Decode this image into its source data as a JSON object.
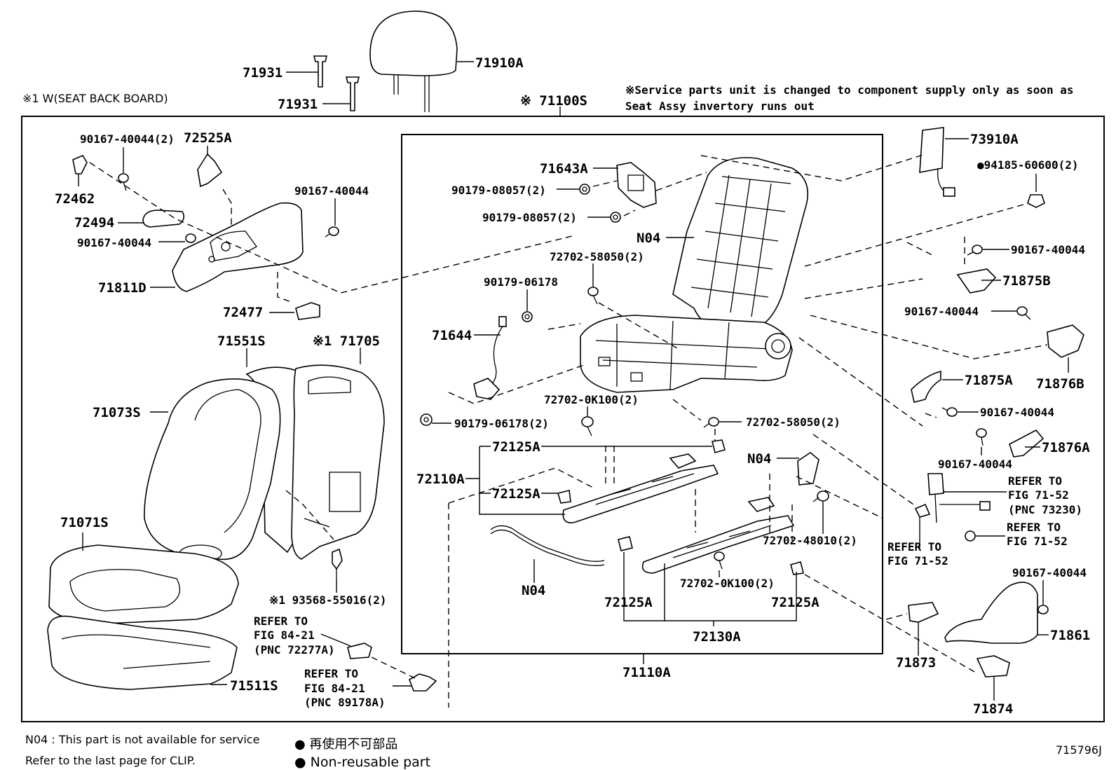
{
  "labels": {
    "p71931_top": "71931",
    "p71931_bot": "71931",
    "p71910A": "71910A",
    "p71100S": "※ 71100S",
    "seat_back_board": "※1  W(SEAT BACK BOARD)",
    "notice_line1": "※Service parts unit is changed to component supply only as soon as",
    "notice_line2": "Seat Assy invertory runs out",
    "p90167_40044_2": "90167-40044(2)",
    "p72525A": "72525A",
    "p72462": "72462",
    "p90167_40044_a": "90167-40044",
    "p72494": "72494",
    "p90167_40044_b": "90167-40044",
    "p71811D": "71811D",
    "p72477": "72477",
    "p71551S": "71551S",
    "p71705": "※1 71705",
    "p71073S": "71073S",
    "p71071S": "71071S",
    "p93568": "※1 93568-55016(2)",
    "ref_84_21_a1": "REFER TO",
    "ref_84_21_a2": "FIG 84-21",
    "ref_84_21_a3": "(PNC 72277A)",
    "ref_84_21_b1": "REFER TO",
    "ref_84_21_b2": "FIG 84-21",
    "ref_84_21_b3": "(PNC 89178A)",
    "p71511S": "71511S",
    "p71643A": "71643A",
    "p90179_08057_a": "90179-08057(2)",
    "p90179_08057_b": "90179-08057(2)",
    "pN04_frame": "N04",
    "p72702_58050_top": "72702-58050(2)",
    "p90179_06178": "90179-06178",
    "p71644": "71644",
    "p72702_0K100_top": "72702-0K100(2)",
    "p90179_06178_2": "90179-06178(2)",
    "p72702_58050_bot": "72702-58050(2)",
    "p72125A_1": "72125A",
    "p72110A": "72110A",
    "p72125A_2": "72125A",
    "pN04_bracket": "N04",
    "p72702_48010": "72702-48010(2)",
    "pN04_wire": "N04",
    "p72702_0K100_bot": "72702-0K100(2)",
    "p72125A_3": "72125A",
    "p72125A_4": "72125A",
    "p72130A": "72130A",
    "p71110A": "71110A",
    "p73910A": "73910A",
    "p94185": "●94185-60600(2)",
    "p90167_40044_c": "90167-40044",
    "p71875B": "71875B",
    "p90167_40044_d": "90167-40044",
    "p71876B": "71876B",
    "p71875A": "71875A",
    "p90167_40044_e": "90167-40044",
    "p71876A": "71876A",
    "p90167_40044_f": "90167-40044",
    "ref_71_52_a1": "REFER TO",
    "ref_71_52_a2": "FIG 71-52",
    "ref_71_52_a3": "(PNC 73230)",
    "ref_71_52_b1": "REFER TO",
    "ref_71_52_b2": "FIG 71-52",
    "ref_71_52_c1": "REFER TO",
    "ref_71_52_c2": "FIG 71-52",
    "p90167_40044_g": "90167-40044",
    "p71861": "71861",
    "p71873": "71873",
    "p71874": "71874"
  },
  "footer": {
    "n04_note": "N04 : This part is not available for service",
    "clip_note": "Refer to the last page for CLIP.",
    "legend_jp": "● 再使用不可部品",
    "legend_en": "● Non-reusable part",
    "figure_id": "715796J"
  }
}
